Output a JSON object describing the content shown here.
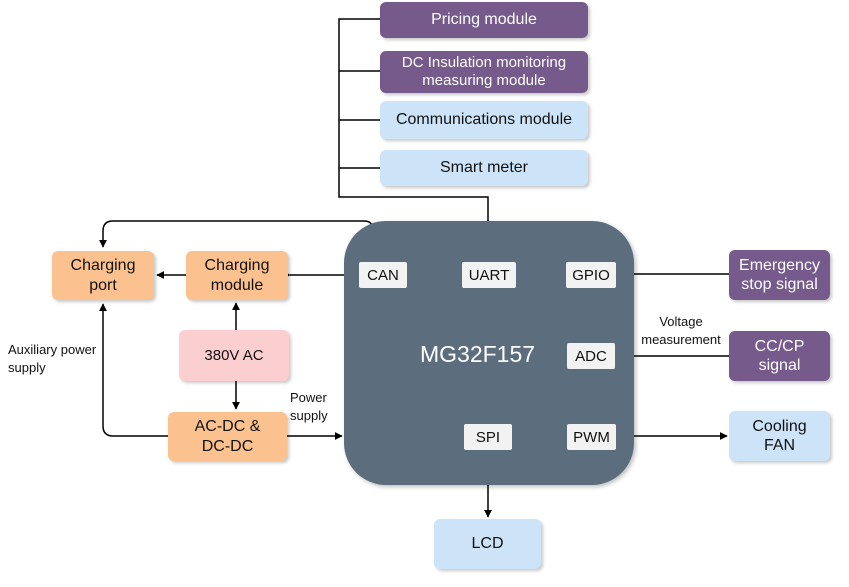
{
  "right_modules": [
    {
      "name": "pricing-module",
      "label": "Pricing module"
    },
    {
      "name": "dc-insulation-module",
      "label": "DC Insulation monitoring measuring module"
    },
    {
      "name": "communications-module",
      "label": "Communications module"
    },
    {
      "name": "smart-meter",
      "label": "Smart meter"
    }
  ],
  "charging_port": "Charging port",
  "charging_module": "Charging module",
  "ac_input": "380V AC",
  "acdc_dcdc": "AC-DC & DC-DC",
  "mcu": {
    "name": "MG32F157",
    "ports": {
      "can": "CAN",
      "uart": "UART",
      "gpio": "GPIO",
      "adc": "ADC",
      "spi": "SPI",
      "pwm": "PWM"
    }
  },
  "emergency_stop": "Emergency stop signal",
  "cc_cp": "CC/CP signal",
  "cooling_fan": "Cooling FAN",
  "lcd": "LCD",
  "labels": {
    "auxiliary_power": "Auxiliary power supply",
    "power_supply": "Power supply",
    "voltage_measurement": "Voltage measurement"
  },
  "colors": {
    "purple": "#765a8c",
    "light_blue": "#cde4f8",
    "orange": "#fbc18e",
    "pink": "#fbcfd0",
    "mcu_body": "#5c6d7e",
    "port_fill": "#f2f2f2"
  }
}
